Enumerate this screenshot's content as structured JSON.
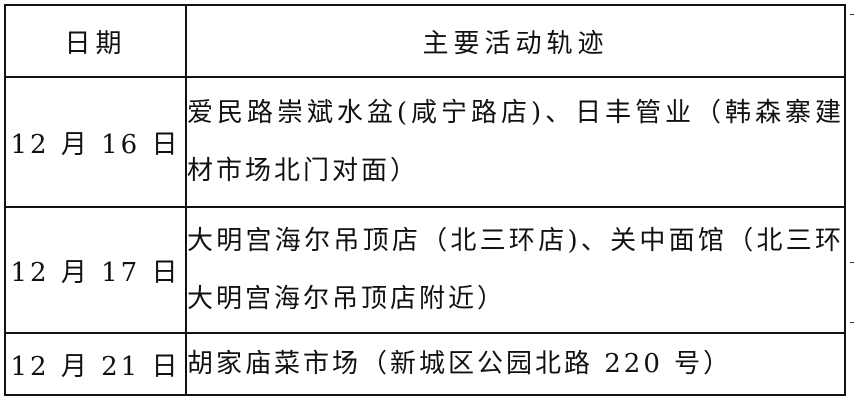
{
  "table": {
    "headers": {
      "date": "日期",
      "trail": "主要活动轨迹"
    },
    "rows": [
      {
        "date": "12 月 16 日",
        "trail": "爱民路崇斌水盆(咸宁路店)、日丰管业（韩森寨建材市场北门对面）"
      },
      {
        "date": "12 月 17 日",
        "trail": "大明宫海尔吊顶店（北三环店)、关中面馆（北三环大明宫海尔吊顶店附近）"
      },
      {
        "date": "12 月 21 日",
        "trail": "胡家庙菜市场（新城区公园北路 220 号）"
      }
    ]
  }
}
